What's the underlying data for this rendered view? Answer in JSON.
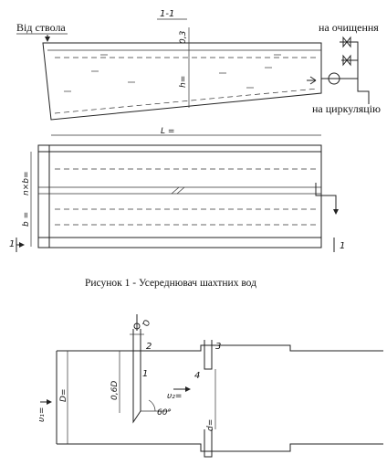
{
  "section_label": "1-1",
  "inflow_label": "Від ствола",
  "outflow_top": "на очищення",
  "outflow_bottom": "на циркуляцію",
  "dim_03": "0,3",
  "dim_h": "h=",
  "dim_L": "L =",
  "dim_nb": "n×b=",
  "dim_b": "b =",
  "cut_mark": "1",
  "caption1": "Рисунок 1 - Усереднювач шахтних вод",
  "fig2": {
    "dim_D": "D=",
    "dim_06D": "0,6D",
    "dim_d": "d=",
    "v1": "υ₁=",
    "v2": "υ₂=",
    "angle": "60°",
    "n1": "1",
    "n2": "2",
    "n3": "3",
    "n4": "4",
    "q": "Q"
  }
}
